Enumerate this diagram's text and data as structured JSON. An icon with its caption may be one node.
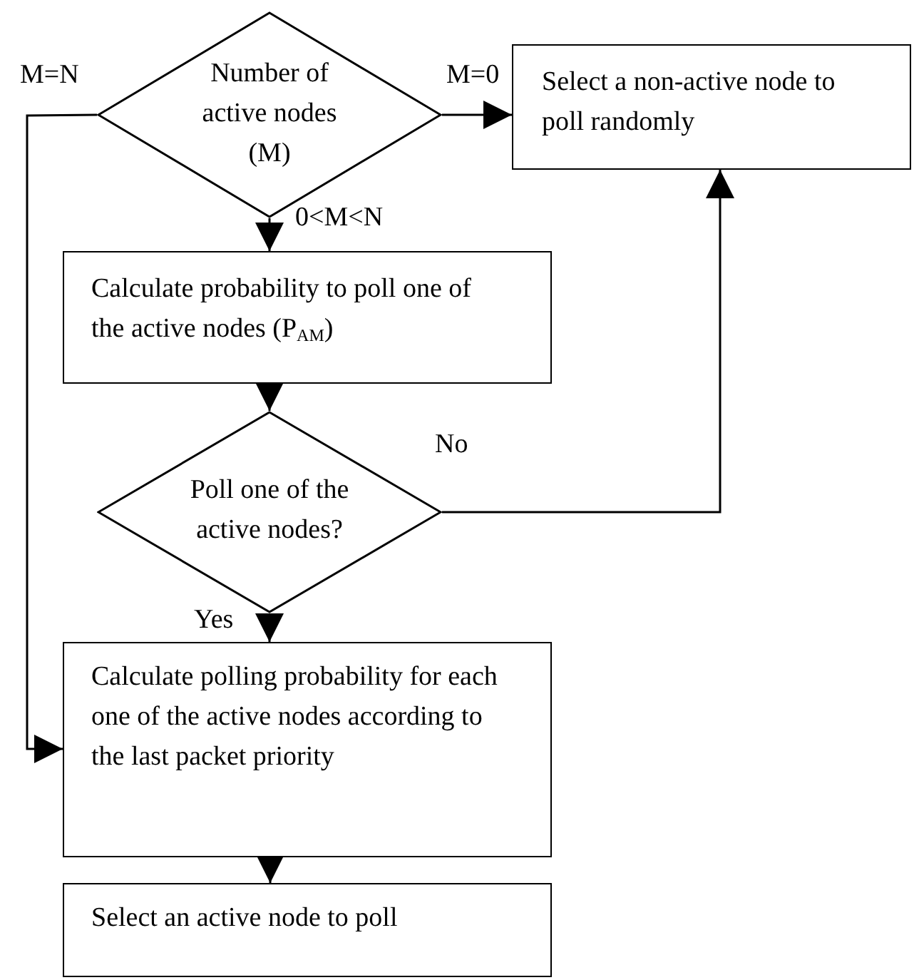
{
  "diagram": {
    "nodes": [
      {
        "text": [
          "Number of active nodes (M)"
        ]
      },
      {
        "text": [
          "Select a non-active node to poll randomly"
        ]
      },
      {
        "text": [
          "Calculate probability to poll one of the active nodes (P$_{AM}$)"
        ]
      },
      {
        "text": [
          "Poll one of the active nodes?"
        ]
      },
      {
        "text": [
          "Calculate polling probability for each one of the active nodes according to the last packet priority"
        ]
      },
      {
        "text": [
          "Select an active node to poll"
        ]
      }
    ],
    "edges": [
      {
        "from": 0,
        "to": 1,
        "arrow": "to",
        "label": "M=0"
      },
      {
        "from": 0,
        "to": 2,
        "arrow": "to",
        "label": "0<M<N"
      },
      {
        "from": 0,
        "to": 4,
        "arrow": "to",
        "label": "M=N"
      },
      {
        "from": 2,
        "to": 3,
        "arrow": "to"
      },
      {
        "from": 3,
        "to": 1,
        "arrow": "to",
        "label": "No"
      },
      {
        "from": 3,
        "to": 4,
        "arrow": "to",
        "label": "Yes"
      },
      {
        "from": 4,
        "to": 5,
        "arrow": "to"
      }
    ]
  }
}
